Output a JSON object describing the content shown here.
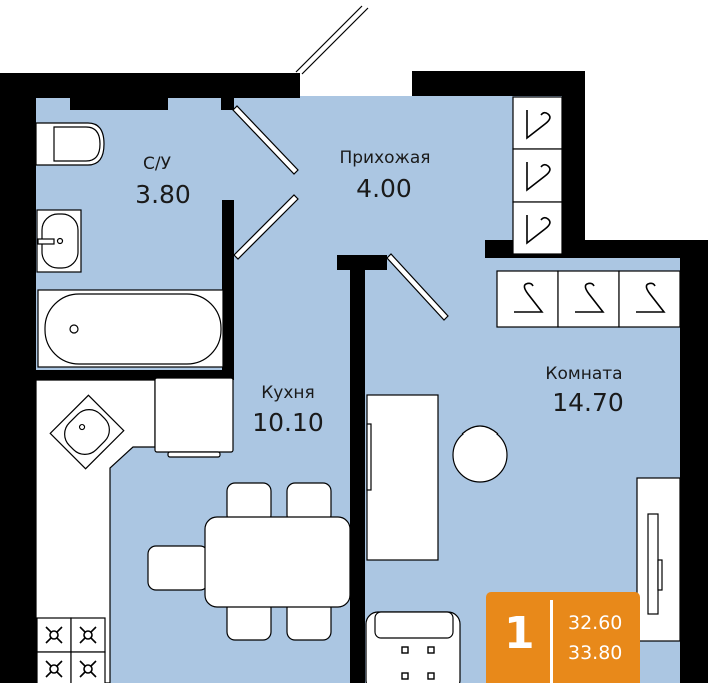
{
  "colors": {
    "floor": "#abc6e2",
    "wall": "#000000",
    "furniture": "#ffffff",
    "badge": "#e8891a"
  },
  "rooms": [
    {
      "name": "С/У",
      "area": "3.80"
    },
    {
      "name": "Прихожая",
      "area": "4.00"
    },
    {
      "name": "Кухня",
      "area": "10.10"
    },
    {
      "name": "Комната",
      "area": "14.70"
    }
  ],
  "badge": {
    "rooms": "1",
    "living_area": "32.60",
    "total_area": "33.80"
  },
  "icons": [
    "hanger-icon",
    "toilet-icon",
    "sink-icon",
    "bathtub-icon",
    "stove-icon",
    "table-icon",
    "chair-icon",
    "bed-icon",
    "desk-icon",
    "wardrobe-icon",
    "door-icon"
  ]
}
